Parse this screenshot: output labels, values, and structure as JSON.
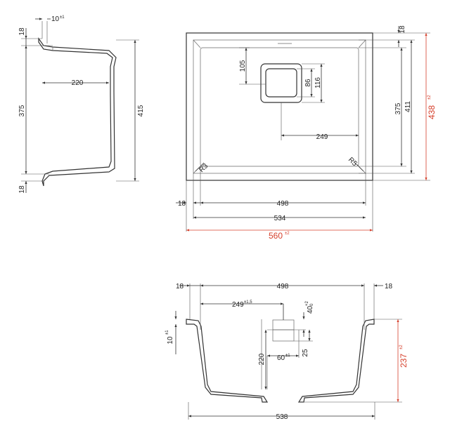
{
  "side_view": {
    "top_thickness": "10",
    "top_thickness_tol": "±1",
    "top_flange": "18",
    "inner_depth": "375",
    "bottom_flange": "18",
    "total_height": "415",
    "half_width": "220"
  },
  "top_view": {
    "top_offset": "18",
    "drain_from_top": "105",
    "drain_height": "116",
    "drain_inner": "86",
    "drain_from_right": "249",
    "inner_height": "375",
    "mid_height": "411",
    "overall_height": "438",
    "overall_height_tol": "±2",
    "corner_radius_small": "R3",
    "corner_radius_large": "R5",
    "left_offset": "18",
    "inner_width": "498",
    "mid_width": "534",
    "overall_width": "560",
    "overall_width_tol": "±2"
  },
  "front_view": {
    "left_offset": "18",
    "inner_width": "498",
    "right_offset": "18",
    "drain_center": "249",
    "drain_center_tol": "±1,5",
    "drain_top": "40",
    "drain_top_tol_upper": "+2",
    "drain_top_tol_lower": "0",
    "rim_thickness": "10",
    "rim_thickness_tol": "±1",
    "drain_depth": "220",
    "drain_width": "60",
    "drain_width_tol": "±1",
    "drain_small": "25",
    "overall_height": "237",
    "overall_height_tol": "±2",
    "overall_width": "538"
  }
}
